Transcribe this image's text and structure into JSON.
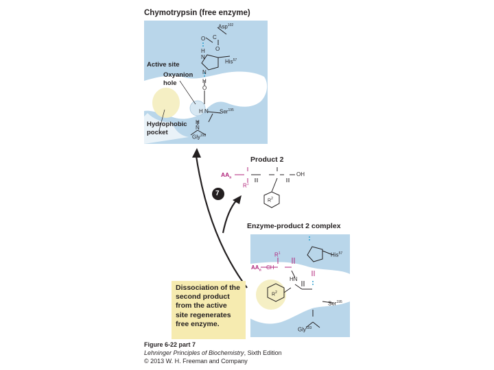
{
  "top_panel": {
    "title": "Chymotrypsin",
    "subtitle": "(free enzyme)",
    "labels": {
      "active_site": "Active site",
      "oxyanion_hole": [
        "Oxyanion",
        "hole"
      ],
      "hydrophobic_pocket": [
        "Hydrophobic",
        "pocket"
      ],
      "asp": "Asp",
      "asp_num": "102",
      "his": "His",
      "his_num": "57",
      "ser": "Ser",
      "ser_num": "195",
      "gly": "Gly",
      "gly_num": "193"
    },
    "atoms": [
      "C",
      "O",
      "O",
      "H",
      "N",
      "N",
      "H",
      "O",
      "H",
      "N",
      "H",
      "N",
      "H"
    ]
  },
  "product": {
    "title": "Product 2",
    "aa": "AA",
    "aa_sub": "n",
    "r1": "R",
    "r1_sup": "1",
    "r2": "R",
    "r2_sup": "2",
    "oh": "OH",
    "step_number": "7"
  },
  "complex": {
    "title": "Enzyme-product 2 complex",
    "labels": {
      "his": "His",
      "his_num": "57",
      "ser": "Ser",
      "ser_num": "195",
      "gly": "Gly",
      "gly_num": "193",
      "hn": "HN",
      "ch": "CH",
      "aa": "AA",
      "aa_sub": "n",
      "r1": "R",
      "r1_sup": "1",
      "r2": "R",
      "r2_sup": "2"
    }
  },
  "callout": {
    "lines": [
      "Dissociation of the",
      "second product",
      "from the active",
      "site regenerates",
      "free enzyme."
    ]
  },
  "figure": {
    "label": "Figure 6-22 part 7",
    "book": "Lehninger Principles of Biochemistry",
    "edition": ", Sixth Edition",
    "copyright": "© 2013 W. H. Freeman and Company"
  },
  "colors": {
    "panel_blue": "#b9d6ea",
    "panel_light": "#e9f2f8",
    "pocket_yellow": "#f5efc4",
    "product_magenta": "#b0237a",
    "callout_yellow": "#f6ebb0",
    "arrow": "#231f20",
    "text": "#231f20"
  }
}
